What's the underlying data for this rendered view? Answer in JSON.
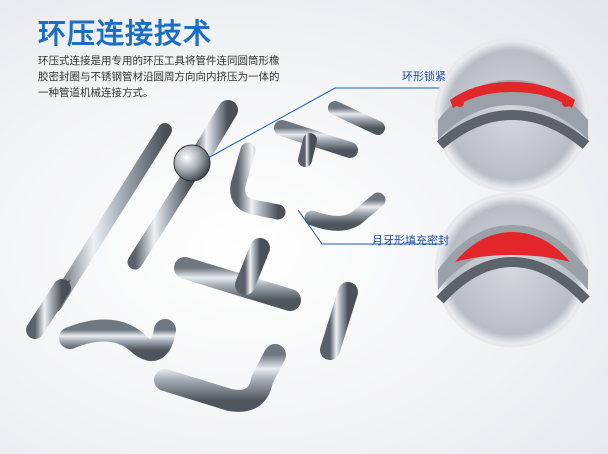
{
  "heading": "环压连接技术",
  "description": "环压式连接是用专用的环压工具将管件连同圆筒形橡胶密封圈与不锈钢管材沿圆周方向向内挤压为一体的一种管道机械连接方式。",
  "callouts": {
    "ring_lock": "环形锁紧",
    "tooth_seal": "月牙形填充密封"
  },
  "colors": {
    "title_blue": "#1a6fc4",
    "seal_red": "#e3262a",
    "steel": "#b8bec6"
  },
  "icons": [
    "pipe-fitting-illustration",
    "cross-section-detail-top",
    "cross-section-detail-bottom"
  ]
}
